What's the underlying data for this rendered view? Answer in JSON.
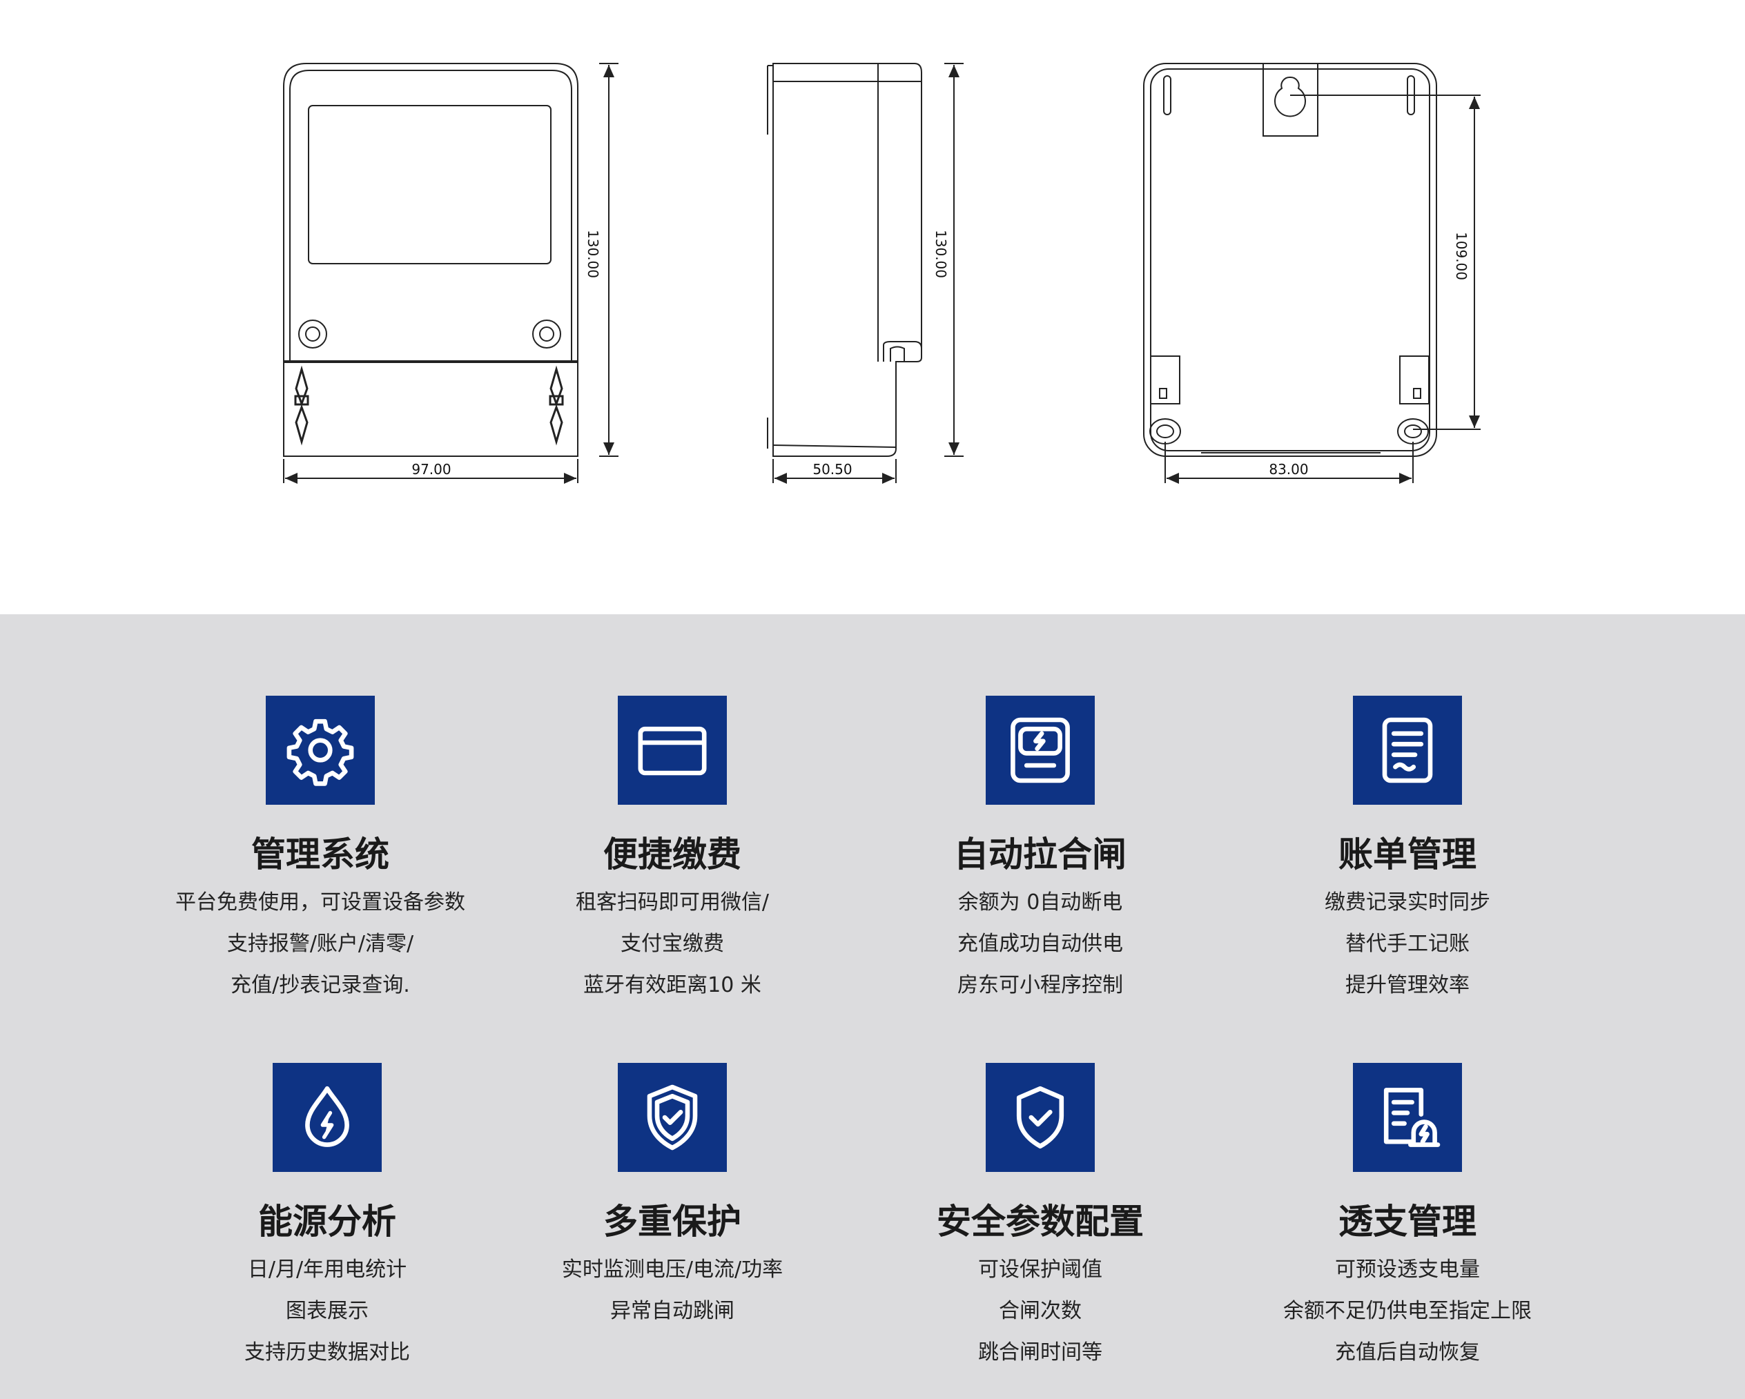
{
  "dimensions": {
    "front_height": "130.00",
    "front_width": "97.00",
    "side_height": "130.00",
    "side_depth": "50.50",
    "back_hole_spacing_vertical": "109.00",
    "back_hole_spacing_horizontal": "83.00"
  },
  "colors": {
    "icon_bg": "#0e3384",
    "panel_bg": "#dcdcde"
  },
  "features": [
    {
      "icon": "gear-icon",
      "title": "管理系统",
      "lines": [
        "平台免费使用，可设置设备参数",
        "支持报警/账户/清零/",
        "充值/抄表记录查询."
      ]
    },
    {
      "icon": "card-icon",
      "title": "便捷缴费",
      "lines": [
        "租客扫码即可用微信/",
        "支付宝缴费",
        "蓝牙有效距离10 米"
      ]
    },
    {
      "icon": "meter-icon",
      "title": "自动拉合闸",
      "lines": [
        "余额为 0自动断电",
        "充值成功自动供电",
        "房东可小程序控制"
      ]
    },
    {
      "icon": "bill-icon",
      "title": "账单管理",
      "lines": [
        "缴费记录实时同步",
        "替代手工记账",
        "提升管理效率"
      ]
    },
    {
      "icon": "energy-drop-icon",
      "title": "能源分析",
      "lines": [
        "日/月/年用电统计",
        "图表展示",
        "支持历史数据对比"
      ]
    },
    {
      "icon": "shield-check-icon",
      "title": "多重保护",
      "lines": [
        "实时监测电压/电流/功率",
        "异常自动跳闸"
      ]
    },
    {
      "icon": "shield-check-icon",
      "title": "安全参数配置",
      "lines": [
        "可设保护阈值",
        "合闸次数",
        "跳合闸时间等"
      ]
    },
    {
      "icon": "report-power-icon",
      "title": "透支管理",
      "lines": [
        "可预设透支电量",
        "余额不足仍供电至指定上限",
        "充值后自动恢复"
      ]
    }
  ]
}
